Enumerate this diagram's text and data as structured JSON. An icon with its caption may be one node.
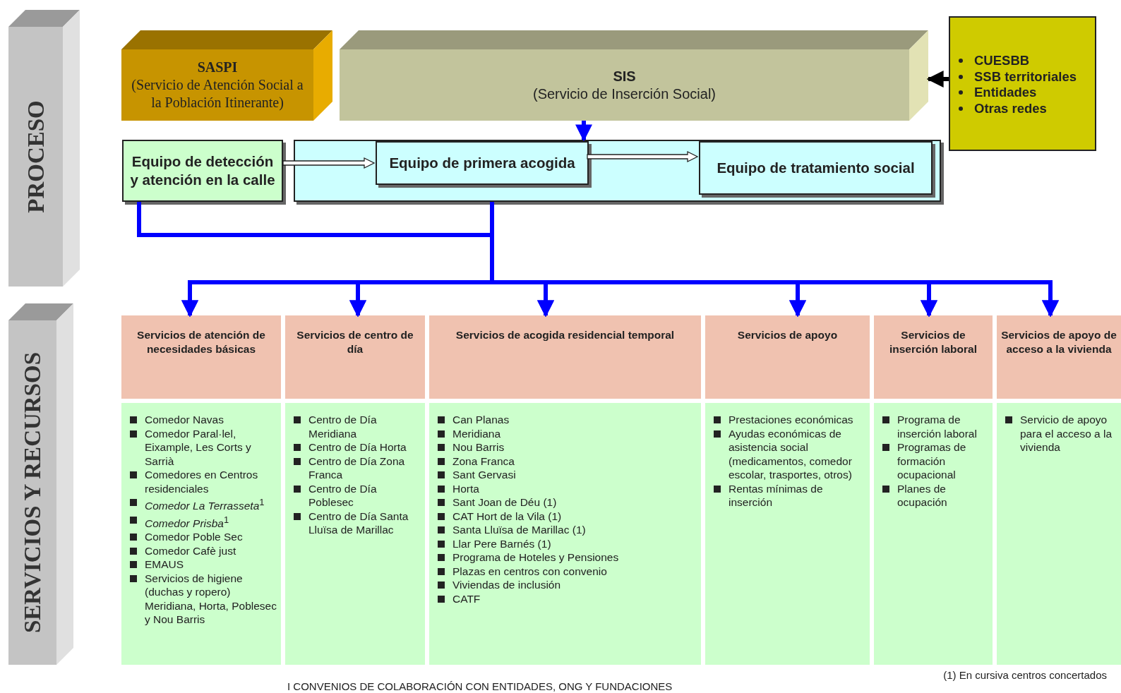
{
  "diagram": {
    "nodes": [
      {
        "text": [
          "PROCESO"
        ]
      },
      {
        "text": [
          "SASPI",
          "(Servicio de Atención Social a la Población Itinerante)"
        ]
      },
      {
        "text": [
          "SIS",
          "(Servicio de Inserción Social)"
        ]
      },
      {
        "text": [
          "CUESBB",
          "SSB territoriales",
          "Entidades",
          "Otras redes"
        ]
      },
      {
        "text": [
          "Equipo de detección y atención en la calle"
        ]
      },
      {
        "text": [],
        "shape": "box"
      },
      {
        "text": [
          "Equipo de primera acogida"
        ],
        "in": 5
      },
      {
        "text": [
          "Equipo de tratamiento social"
        ],
        "in": 5
      },
      {
        "text": [
          "SERVICIOS Y RECURSOS"
        ]
      },
      {
        "text": [
          "Servicios de atención de necesidades básicas"
        ]
      },
      {
        "text": [
          "Servicios de centro de día"
        ]
      },
      {
        "text": [
          "Servicios de acogida residencial temporal"
        ]
      },
      {
        "text": [
          "Servicios de apoyo"
        ]
      },
      {
        "text": [
          "Servicios de inserción laboral"
        ]
      },
      {
        "text": [
          "Servicios de apoyo de acceso a la vivienda"
        ]
      },
      {
        "text": [
          "Comedor Navas",
          "Comedor Paral·lel, Eixample, Les Corts y Sarrià",
          "Comedores en Centros residenciales",
          "*Comedor La Terrasseta*$^{1}$",
          "*Comedor Prisba*$^{1}$",
          "Comedor Poble Sec",
          "Comedor Cafè just",
          "EMAUS",
          "Servicios de higiene (duchas y ropero) Meridiana, Horta, Poblesec y Nou Barris"
        ]
      },
      {
        "text": [
          "Centro de Día Meridiana",
          "Centro de Día Horta",
          "Centro de Día Zona Franca",
          "Centro de Día Poblesec",
          "Centro de Día Santa Lluïsa de Marillac"
        ]
      },
      {
        "text": [
          "Can Planas",
          "Meridiana",
          "Nou Barris",
          "Zona Franca",
          "Sant Gervasi",
          "Horta",
          "Sant Joan de Déu (1)",
          "CAT Hort de la Vila (1)",
          "Santa Lluïsa de Marillac (1)",
          "Llar Pere Barnés (1)",
          "Programa de Hoteles y Pensiones",
          "Plazas en centros con convenio",
          "Viviendas de inclusión",
          "CATF"
        ]
      },
      {
        "text": [
          "Prestaciones económicas",
          "Ayudas económicas de asistencia social (medicamentos, comedor escolar, trasportes, otros)",
          "Rentas mínimas de inserción"
        ]
      },
      {
        "text": [
          "Programa de inserción laboral",
          "Programas de formación ocupacional",
          "Planes de ocupación"
        ]
      },
      {
        "text": [
          "Servicio de apoyo para el acceso a la vivienda"
        ]
      }
    ],
    "edges": [
      {
        "from": 3,
        "to": 2,
        "arrow": "to",
        "color": "#000000"
      },
      {
        "from": 2,
        "to": 6,
        "arrow": "to"
      },
      {
        "from": 6,
        "to": 7,
        "arrow": "to",
        "color": "#ffffff"
      },
      {
        "from": 4,
        "to": 6,
        "arrow": "to",
        "color": "#ffffff"
      },
      {
        "from": 4,
        "to": 9,
        "arrow": "to"
      },
      {
        "from": 4,
        "to": 10,
        "arrow": "to"
      },
      {
        "from": 4,
        "to": 11,
        "arrow": "to"
      },
      {
        "from": 4,
        "to": 12,
        "arrow": "to"
      },
      {
        "from": 4,
        "to": 13,
        "arrow": "to"
      },
      {
        "from": 4,
        "to": 14,
        "arrow": "to"
      },
      {
        "from": 5,
        "to": 9,
        "arrow": "to"
      },
      {
        "from": 5,
        "to": 10,
        "arrow": "to"
      },
      {
        "from": 5,
        "to": 11,
        "arrow": "to"
      },
      {
        "from": 5,
        "to": 12,
        "arrow": "to"
      },
      {
        "from": 5,
        "to": 13,
        "arrow": "to"
      },
      {
        "from": 5,
        "to": 14,
        "arrow": "to"
      }
    ],
    "labels": [
      "(1) En cursiva centros concertados",
      "I CONVENIOS DE COLABORACIÓN CON ENTIDADES, ONG Y FUNDACIONES"
    ]
  }
}
